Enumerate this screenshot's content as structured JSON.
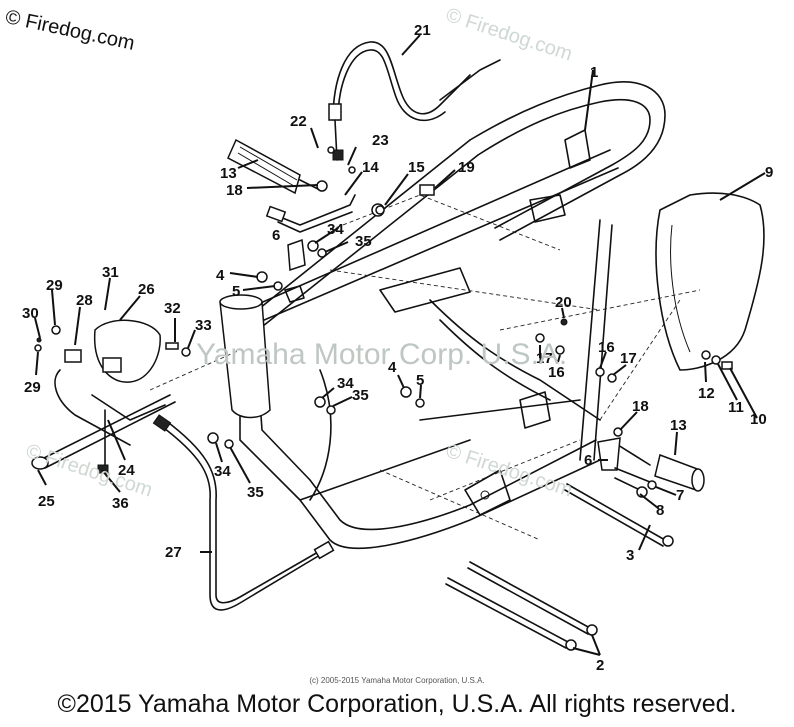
{
  "watermarks": {
    "primary": "© Firedog.com",
    "faint_1": "© Firedog.com",
    "faint_2": "© Firedog.com",
    "faint_3": "© Firedog.com",
    "center": "Yamaha Motor Corp. U.S.A."
  },
  "diagram": {
    "title": "Frame exploded parts diagram",
    "callouts": [
      {
        "id": "1",
        "label": "1"
      },
      {
        "id": "2",
        "label": "2"
      },
      {
        "id": "3",
        "label": "3"
      },
      {
        "id": "4a",
        "label": "4"
      },
      {
        "id": "4b",
        "label": "4"
      },
      {
        "id": "5a",
        "label": "5"
      },
      {
        "id": "5b",
        "label": "5"
      },
      {
        "id": "6a",
        "label": "6"
      },
      {
        "id": "6b",
        "label": "6"
      },
      {
        "id": "7",
        "label": "7"
      },
      {
        "id": "8",
        "label": "8"
      },
      {
        "id": "9",
        "label": "9"
      },
      {
        "id": "10",
        "label": "10"
      },
      {
        "id": "11",
        "label": "11"
      },
      {
        "id": "12",
        "label": "12"
      },
      {
        "id": "13a",
        "label": "13"
      },
      {
        "id": "13b",
        "label": "13"
      },
      {
        "id": "14",
        "label": "14"
      },
      {
        "id": "15",
        "label": "15"
      },
      {
        "id": "16a",
        "label": "16"
      },
      {
        "id": "16b",
        "label": "16"
      },
      {
        "id": "17a",
        "label": "17"
      },
      {
        "id": "17b",
        "label": "17"
      },
      {
        "id": "18a",
        "label": "18"
      },
      {
        "id": "18b",
        "label": "18"
      },
      {
        "id": "19",
        "label": "19"
      },
      {
        "id": "20",
        "label": "20"
      },
      {
        "id": "21",
        "label": "21"
      },
      {
        "id": "22",
        "label": "22"
      },
      {
        "id": "23",
        "label": "23"
      },
      {
        "id": "24",
        "label": "24"
      },
      {
        "id": "25",
        "label": "25"
      },
      {
        "id": "26",
        "label": "26"
      },
      {
        "id": "27",
        "label": "27"
      },
      {
        "id": "28",
        "label": "28"
      },
      {
        "id": "29a",
        "label": "29"
      },
      {
        "id": "29b",
        "label": "29"
      },
      {
        "id": "30",
        "label": "30"
      },
      {
        "id": "31",
        "label": "31"
      },
      {
        "id": "32",
        "label": "32"
      },
      {
        "id": "33",
        "label": "33"
      },
      {
        "id": "34a",
        "label": "34"
      },
      {
        "id": "34b",
        "label": "34"
      },
      {
        "id": "34c",
        "label": "34"
      },
      {
        "id": "35a",
        "label": "35"
      },
      {
        "id": "35b",
        "label": "35"
      },
      {
        "id": "35c",
        "label": "35"
      },
      {
        "id": "36",
        "label": "36"
      }
    ]
  },
  "footer": {
    "small_copyright": "(c) 2005-2015 Yamaha Motor Corporation, U.S.A.",
    "copyright": "©2015 Yamaha Motor Corporation, U.S.A. All rights reserved."
  }
}
